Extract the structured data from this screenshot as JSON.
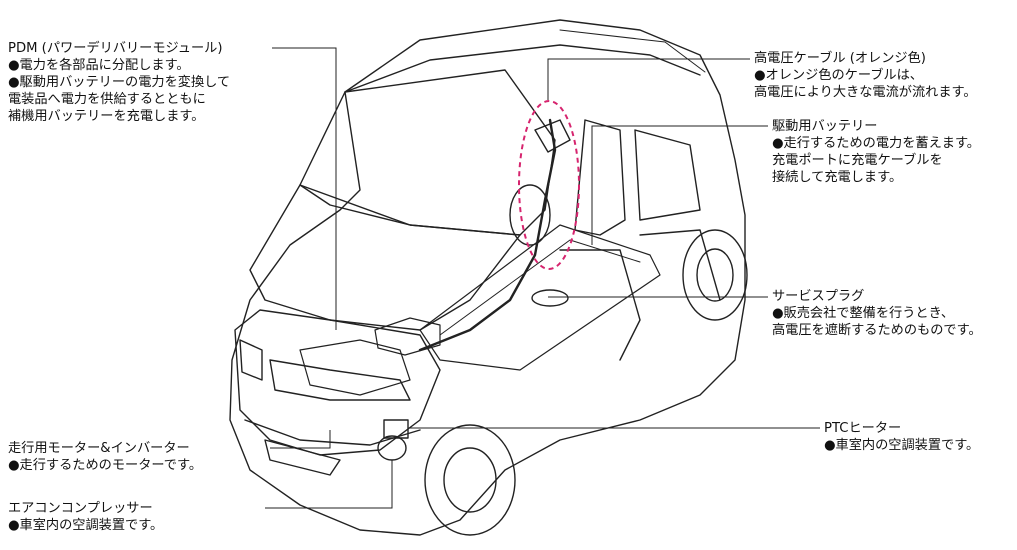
{
  "callouts": {
    "pdm": {
      "title": "PDM (パワーデリバリーモジュール)",
      "lines": [
        "●電力を各部品に分配します。",
        "●駆動用バッテリーの電力を変換して",
        "電装品へ電力を供給するとともに",
        "補機用バッテリーを充電します。"
      ]
    },
    "hv_cable": {
      "title": "高電圧ケーブル (オレンジ色)",
      "lines": [
        "●オレンジ色のケーブルは、",
        "高電圧により大きな電流が流れます。"
      ]
    },
    "battery": {
      "title": "駆動用バッテリー",
      "lines": [
        "●走行するための電力を蓄えます。",
        "充電ポートに充電ケーブルを",
        "接続して充電します。"
      ]
    },
    "service_plug": {
      "title": "サービスプラグ",
      "lines": [
        "●販売会社で整備を行うとき、",
        "高電圧を遮断するためのものです。"
      ]
    },
    "ptc_heater": {
      "title": "PTCヒーター",
      "lines": [
        "●車室内の空調装置です。"
      ]
    },
    "motor": {
      "title": "走行用モーター&インバーター",
      "lines": [
        "●走行するためのモーターです。"
      ]
    },
    "compressor": {
      "title": "エアコンコンプレッサー",
      "lines": [
        "●車室内の空調装置です。"
      ]
    }
  },
  "colors": {
    "line": "#222222",
    "highlight": "#d6246e"
  }
}
